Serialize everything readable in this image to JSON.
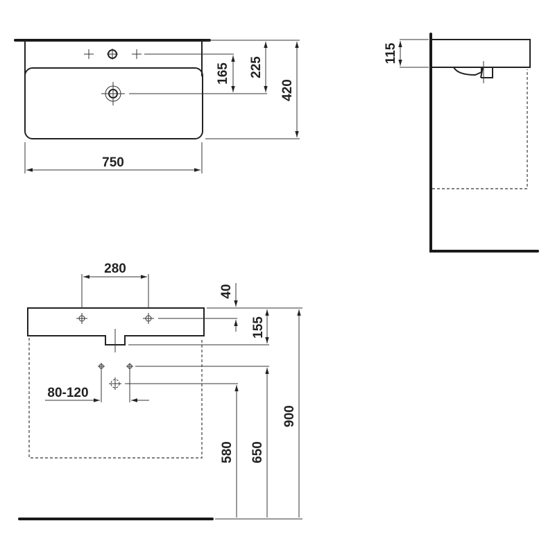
{
  "drawing": {
    "top_view": {
      "width": "750",
      "depth": "420",
      "tap_to_drain": "165",
      "edge_to_drain": "225"
    },
    "side_view": {
      "rim_height": "115"
    },
    "front_view": {
      "tap_spacing": "280",
      "tap_offset": "40",
      "basin_height": "155",
      "supply_spacing": "80-120",
      "waste_height": "580",
      "supply_height": "650",
      "rim_from_floor": "900"
    }
  }
}
